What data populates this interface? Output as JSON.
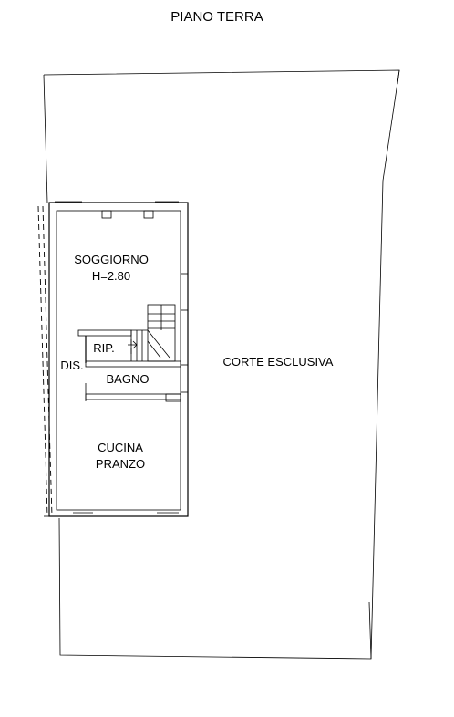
{
  "title": "PIANO TERRA",
  "rooms": {
    "soggiorno": "SOGGIORNO",
    "height": "H=2.80",
    "ripostiglio": "RIP.",
    "disimpegno": "DIS.",
    "bagno": "BAGNO",
    "cucina": "CUCINA",
    "pranzo": "PRANZO",
    "corte": "CORTE ESCLUSIVA"
  }
}
